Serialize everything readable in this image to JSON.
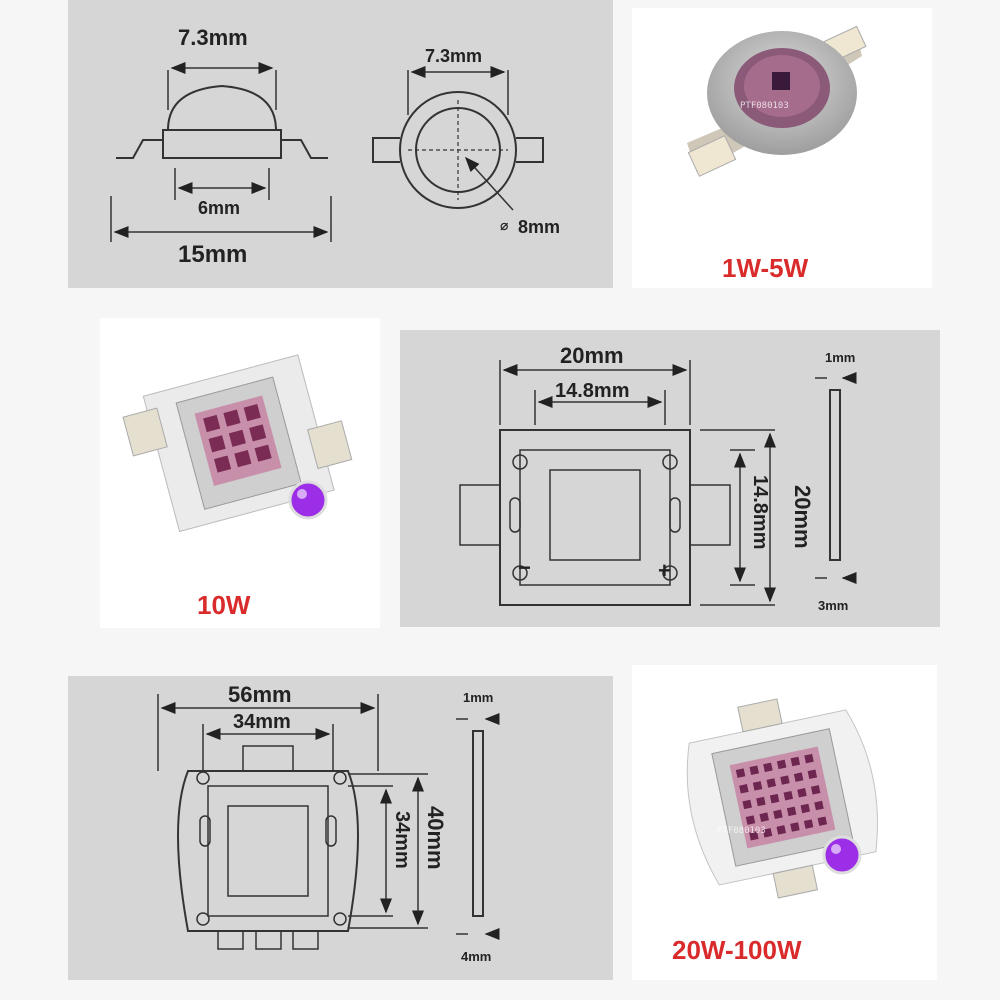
{
  "colors": {
    "panel_grey": "#d6d6d6",
    "label_red": "#d92b2b",
    "uv_purple": "#9b2ee6",
    "led_pad": "#b84a7c"
  },
  "panel_1w": {
    "side_width": "7.3mm",
    "side_base": "6mm",
    "side_total": "15mm",
    "top_width": "7.3mm",
    "top_diameter": "8mm",
    "diameter_symbol": "⌀"
  },
  "photo_1w": {
    "caption": "1W-5W",
    "watermark": "PTF080103"
  },
  "photo_10w": {
    "caption": "10W"
  },
  "panel_10w": {
    "width_outer": "20mm",
    "width_inner": "14.8mm",
    "height_outer": "20mm",
    "height_inner": "14.8mm",
    "thickness_top": "1mm",
    "thickness_bottom": "3mm",
    "minus_sign": "−",
    "plus_sign": "+"
  },
  "panel_100w": {
    "width_outer": "56mm",
    "width_inner": "34mm",
    "height_outer": "40mm",
    "height_inner": "34mm",
    "thickness_top": "1mm",
    "thickness_bottom": "4mm"
  },
  "photo_100w": {
    "caption": "20W-100W",
    "watermark": "PTF080103"
  }
}
